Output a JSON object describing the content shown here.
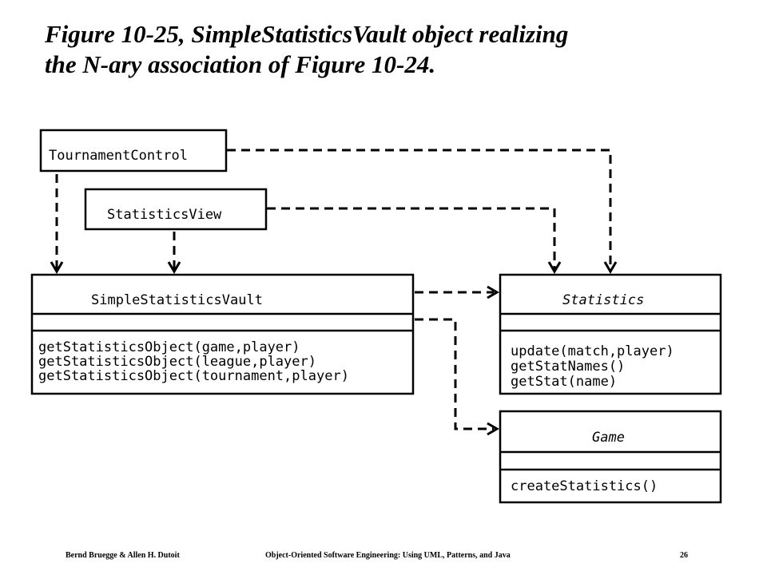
{
  "slide": {
    "title_line1": "Figure 10-25, SimpleStatisticsVault object realizing",
    "title_line2": "the N-ary association of Figure 10-24."
  },
  "diagram": {
    "classes": {
      "tournament_control": {
        "name": "TournamentControl"
      },
      "statistics_view": {
        "name": "StatisticsView"
      },
      "simple_statistics_vault": {
        "name": "SimpleStatisticsVault",
        "operations": [
          "getStatisticsObject(game,player)",
          "getStatisticsObject(league,player)",
          "getStatisticsObject(tournament,player)"
        ]
      },
      "statistics": {
        "name": "Statistics",
        "operations": [
          "update(match,player)",
          "getStatNames()",
          "getStat(name)"
        ]
      },
      "game": {
        "name": "Game",
        "operations": [
          "createStatistics()"
        ]
      }
    }
  },
  "footer": {
    "authors": "Bernd Bruegge & Allen H. Dutoit",
    "book": "Object-Oriented Software Engineering: Using UML, Patterns, and Java",
    "page": "26"
  }
}
